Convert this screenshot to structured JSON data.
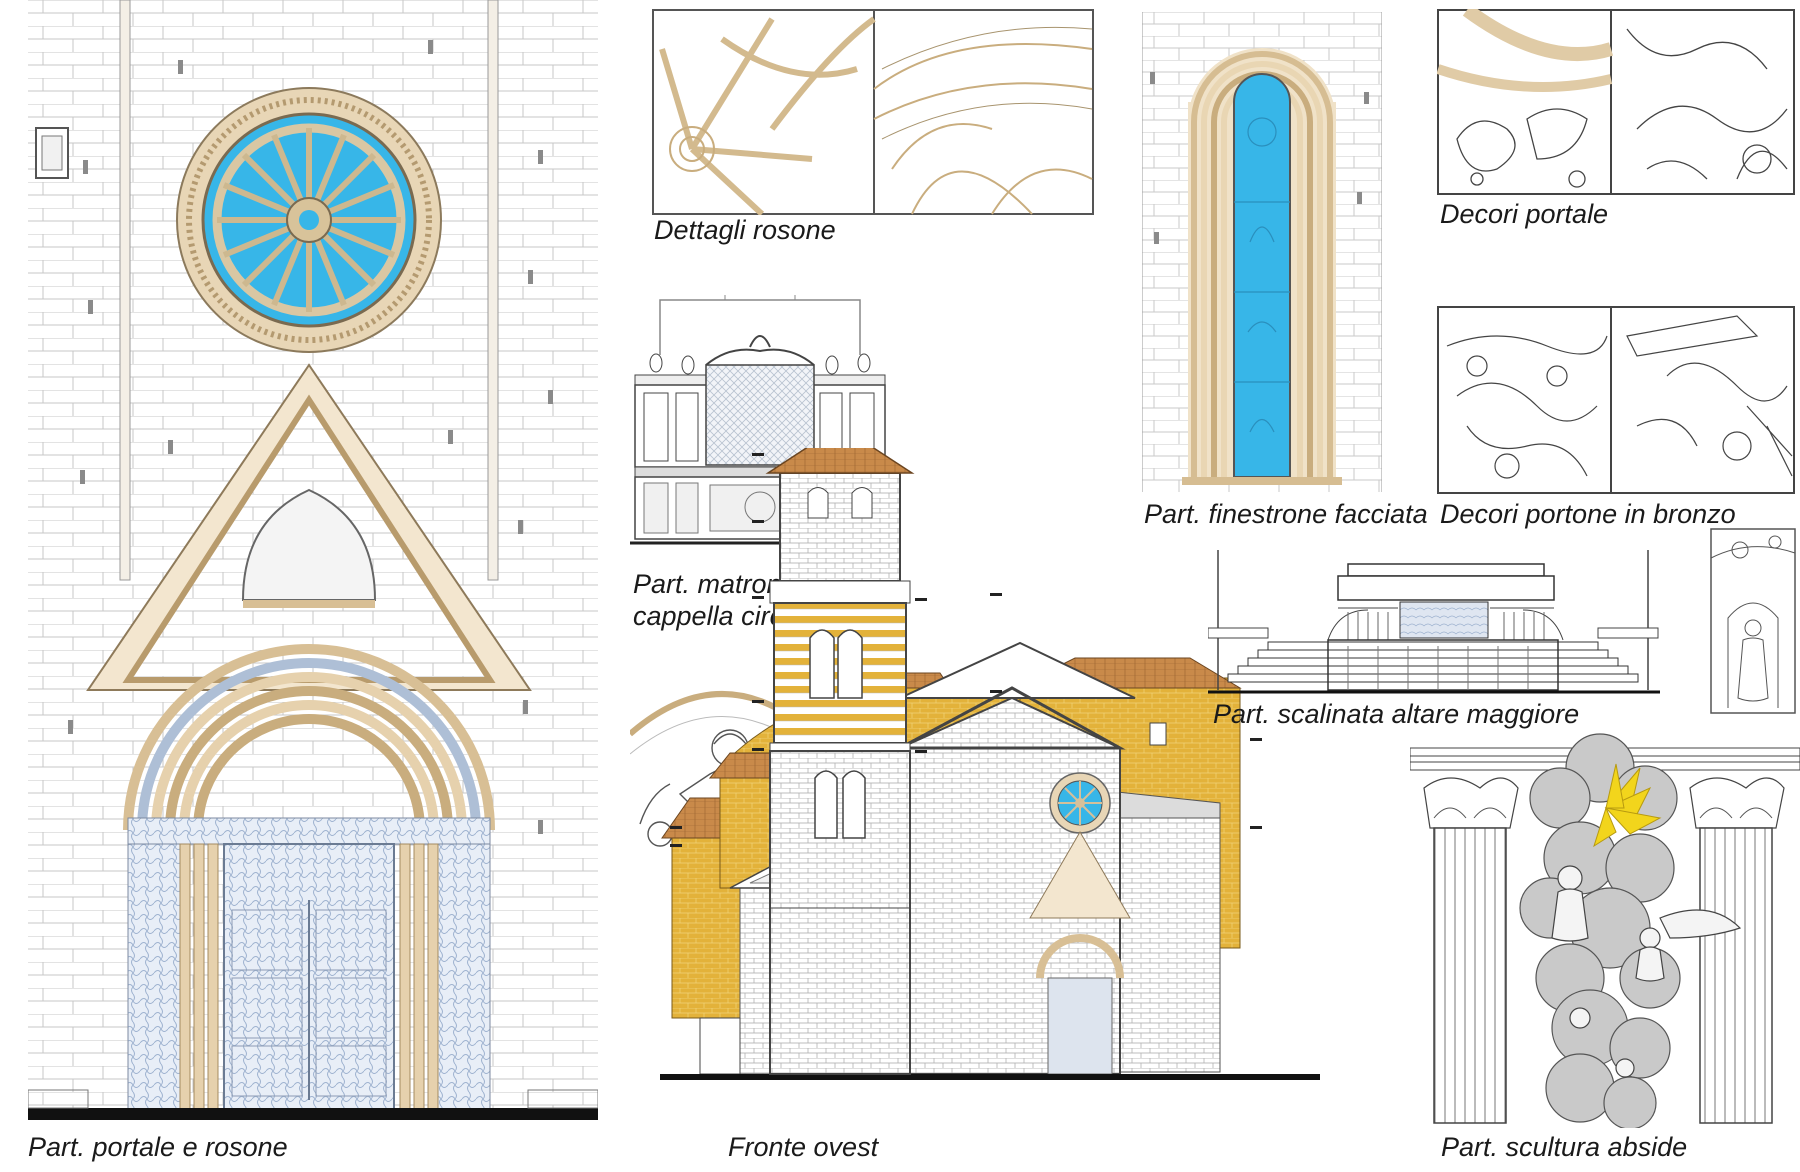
{
  "captions": {
    "portale": "Part. portale e rosone",
    "rosone": "Dettagli rosone",
    "matroneo_1": "Part. matroneo",
    "matroneo_2": "cappella circoncisione",
    "fronte": "Fronte ovest",
    "finestrone": "Part. finestrone facciata",
    "decori_portale": "Decori portale",
    "portone": "Decori portone in bronzo",
    "scalinata": "Part. scalinata altare maggiore",
    "scultura": "Part. scultura abside"
  },
  "colors": {
    "line": "#6f6f6f",
    "masonry": "#bdbdbd",
    "glass": "#37b6e8",
    "stone": "#d8bf95",
    "relief": "#aebfd6",
    "ochre": "#e3b23a",
    "roof": "#c98a4a",
    "gold": "#f2d51c",
    "cloud": "#c9c9c9"
  }
}
